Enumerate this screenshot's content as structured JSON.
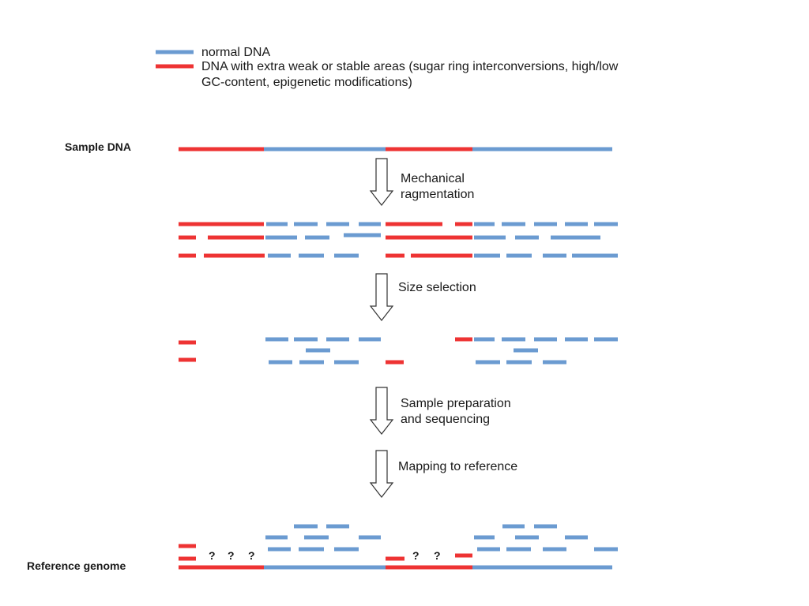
{
  "colors": {
    "normal": "#6b9bd1",
    "special": "#ee3333",
    "text": "#1a1a1a"
  },
  "legend": {
    "normal_label": "normal DNA",
    "special_label_line1": "DNA with extra weak or stable areas (sugar ring interconversions, high/low",
    "special_label_line2": "GC-content, epigenetic modifications)"
  },
  "labels": {
    "sample_dna": "Sample DNA",
    "reference_genome": "Reference genome"
  },
  "steps": [
    {
      "line1": "Mechanical",
      "line2": "ragmentation"
    },
    {
      "line1": "Size selection",
      "line2": ""
    },
    {
      "line1": "Sample preparation",
      "line2": "and sequencing"
    },
    {
      "line1": "Mapping to reference",
      "line2": ""
    }
  ],
  "unmapped_marks": [
    "?",
    "?",
    "?",
    "?",
    "?"
  ]
}
